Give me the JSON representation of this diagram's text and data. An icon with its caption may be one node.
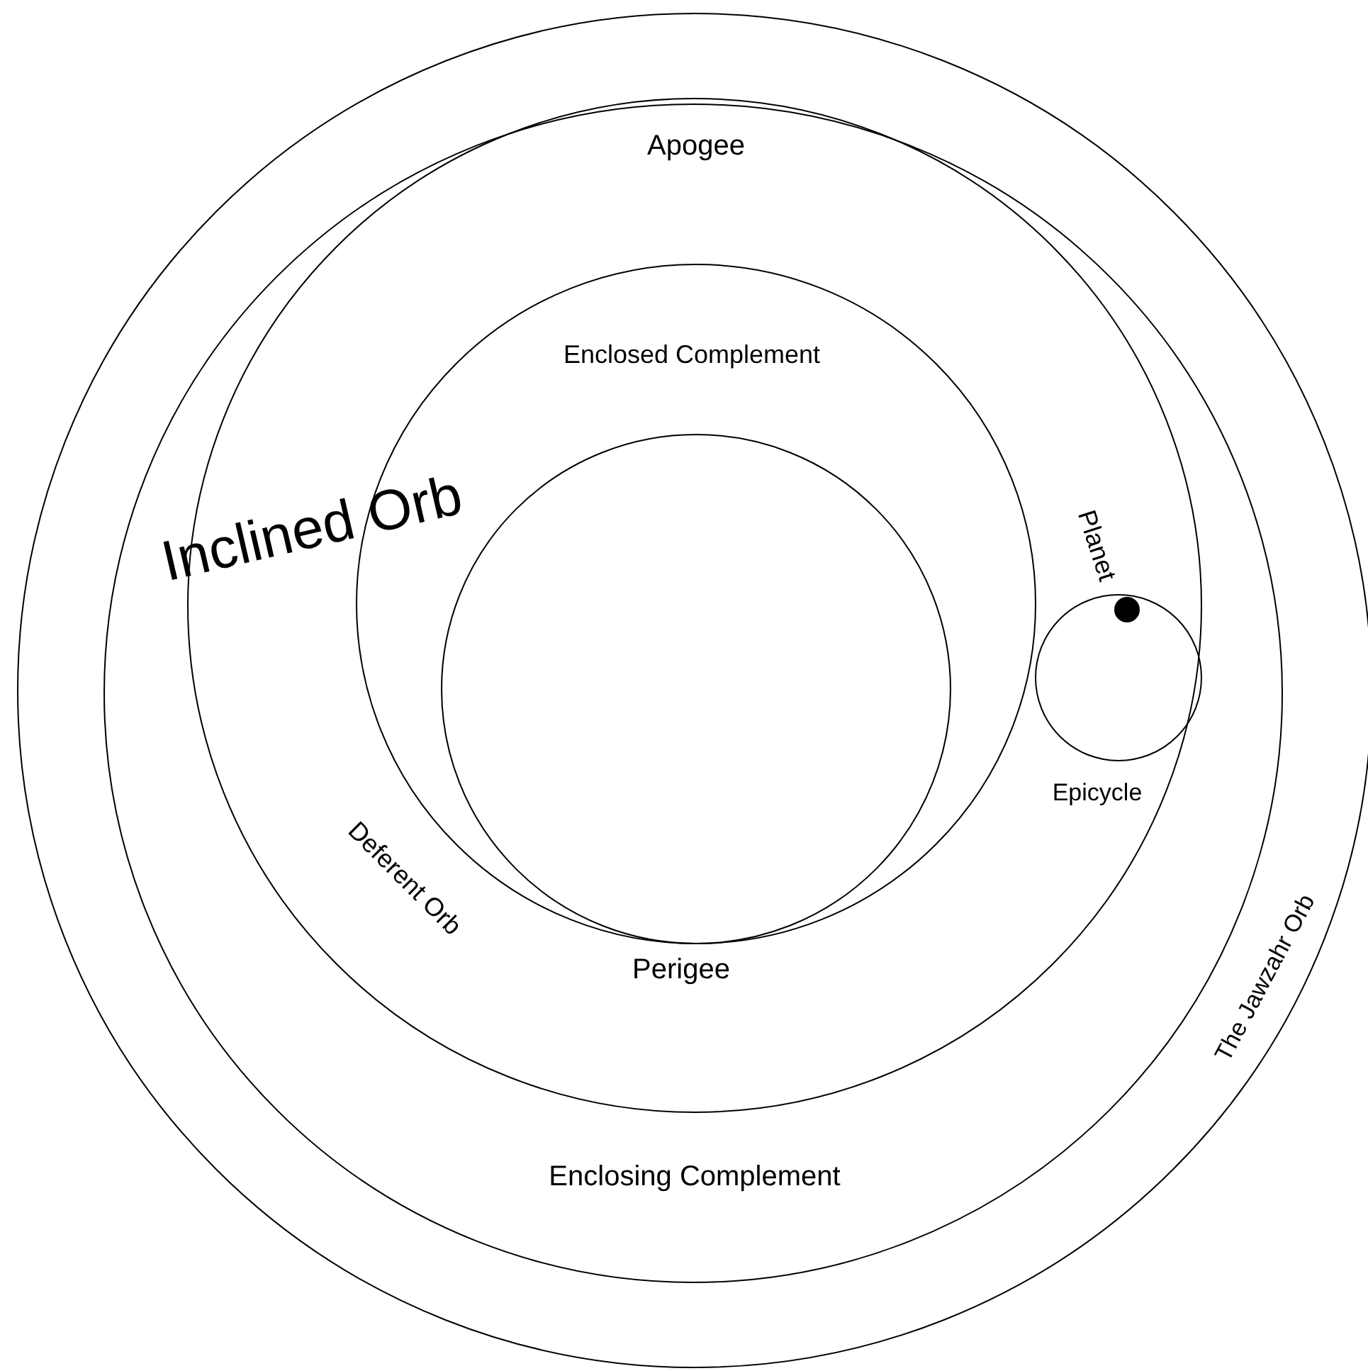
{
  "diagram": {
    "nodes": [
      {
        "text": [],
        "shape": "circle"
      },
      {
        "text": [],
        "shape": "circle",
        "in": 0
      },
      {
        "text": [],
        "shape": "circle",
        "in": 1
      },
      {
        "text": [
          "Enclosed Complement"
        ],
        "in": 2
      },
      {
        "text": [],
        "shape": "circle",
        "in": 3,
        "beside": [
          "Perigee"
        ]
      },
      {
        "text": [
          "Epicycle"
        ],
        "in": 2
      },
      {
        "text": [
          "Planet"
        ],
        "in": 5
      }
    ],
    "labels": [
      "Apogee",
      "Inclined Orb",
      "Deferent Orb",
      "The Jawzahr Orb",
      "Enclosing Complement"
    ]
  }
}
